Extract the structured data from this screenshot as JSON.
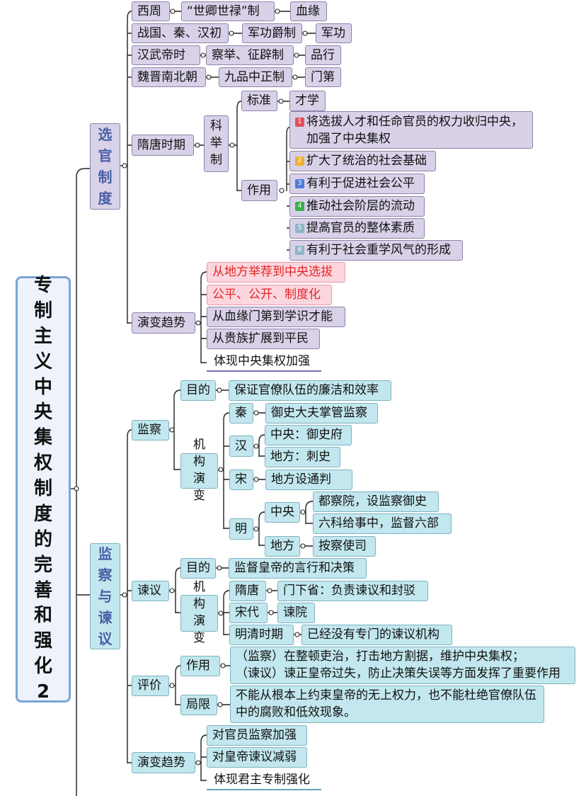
{
  "root": "专制主义中央集权制度的完善和强化2",
  "b1": {
    "title": "选官制度",
    "rows": [
      {
        "era": "西周",
        "system": "“世卿世禄”制",
        "basis": "血缘"
      },
      {
        "era": "战国、秦、汉初",
        "system": "军功爵制",
        "basis": "军功"
      },
      {
        "era": "汉武帝时",
        "system": "察举、征辟制",
        "basis": "品行"
      },
      {
        "era": "魏晋南北朝",
        "system": "九品中正制",
        "basis": "门第"
      }
    ],
    "sui": {
      "era": "隋唐时期",
      "keju": "科举制",
      "std_label": "标准",
      "std_value": "才学",
      "role_label": "作用",
      "roles": [
        "将选拔人才和任命官员的权力收归中央，加强了中央集权",
        "扩大了统治的社会基础",
        "有利于促进社会公平",
        "推动社会阶层的流动",
        "提高官员的整体素质",
        "有利于社会重学风气的形成"
      ],
      "badges": [
        "1",
        "2",
        "3",
        "4",
        "5",
        "6"
      ]
    },
    "trend_label": "演变趋势",
    "trends": [
      "从地方举荐到中央选拔",
      "公平、公开、制度化",
      "从血缘门第到学识才能",
      "从贵族扩展到平民",
      "体现中央集权加强"
    ]
  },
  "b2": {
    "title": "监察与谏议",
    "jc": {
      "label": "监察",
      "goal_label": "目的",
      "goal": "保证官僚队伍的廉洁和效率",
      "org_label": "机构演变",
      "qin": "秦",
      "qin_v": "御史大夫掌管监察",
      "han": "汉",
      "han_c": "中央：御史府",
      "han_l": "地方：刺史",
      "song": "宋",
      "song_v": "地方设通判",
      "ming": "明",
      "ming_c_label": "中央",
      "ming_c1": "都察院，设监察御史",
      "ming_c2": "六科给事中，监督六部",
      "ming_l_label": "地方",
      "ming_l": "按察使司"
    },
    "jy": {
      "label": "谏议",
      "goal_label": "目的",
      "goal": "监督皇帝的言行和决策",
      "org_label": "机构演变",
      "sui": "隋唐",
      "sui_v": "门下省：负责谏议和封驳",
      "song": "宋代",
      "song_v": "谏院",
      "mq": "明清时期",
      "mq_v": "已经没有专门的谏议机构"
    },
    "eval": {
      "label": "评价",
      "role_label": "作用",
      "role1": "（监察）在整顿吏治，打击地方割据，维护中央集权；",
      "role2": "（谏议）谏正皇帝过失，防止决策失误等方面发挥了重要作用",
      "limit_label": "局限",
      "limit": "不能从根本上约束皇帝的无上权力，也不能杜绝官僚队伍中的腐败和低效现象。"
    },
    "trend_label": "演变趋势",
    "trends": [
      "对官员监察加强",
      "对皇帝谏议减弱",
      "体现君主专制强化"
    ]
  },
  "colors": {
    "lavender": "#d8d1e8",
    "cyan": "#c2e7ee",
    "pink": "#fbd6de",
    "red": "#e32626",
    "badges": [
      "#e0525d",
      "#f0b030",
      "#4b7fd9",
      "#3bb04a",
      "#8fb7c6",
      "#8fb7c6"
    ]
  }
}
